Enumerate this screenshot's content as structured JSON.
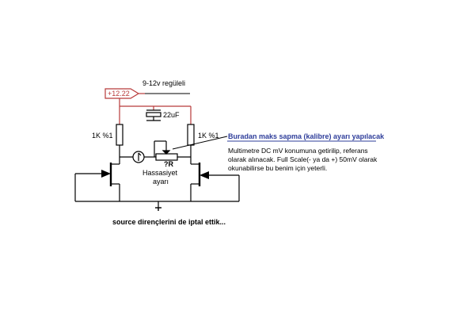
{
  "colors": {
    "wire": "#000000",
    "supply_wire": "#b83a3a",
    "highlight": "#2e3d9a",
    "background": "#ffffff"
  },
  "labels": {
    "supply_note": "9-12v regüleli",
    "supply_tag": "+12.22",
    "capacitor": "22uF",
    "resistor_left": "1K %1",
    "resistor_right": "1K %1",
    "pot_label": "?R",
    "sensitivity_line1": "Hassasiyet",
    "sensitivity_line2": "ayarı",
    "footer_note": "source dirençlerini de iptal ettik...",
    "calibration_note": "Buradan maks sapma (kalibre) ayarı yapılacak",
    "meter_note_lines": [
      "Multimetre DC mV konumuna getirilip, referans",
      "olarak alınacak. Full Scale(- ya da +) 50mV olarak",
      "okunabilirse bu benim için yeterli."
    ]
  },
  "icons": {
    "meter": "meter-icon",
    "capacitor": "capacitor-icon",
    "ground": "ground-icon"
  }
}
